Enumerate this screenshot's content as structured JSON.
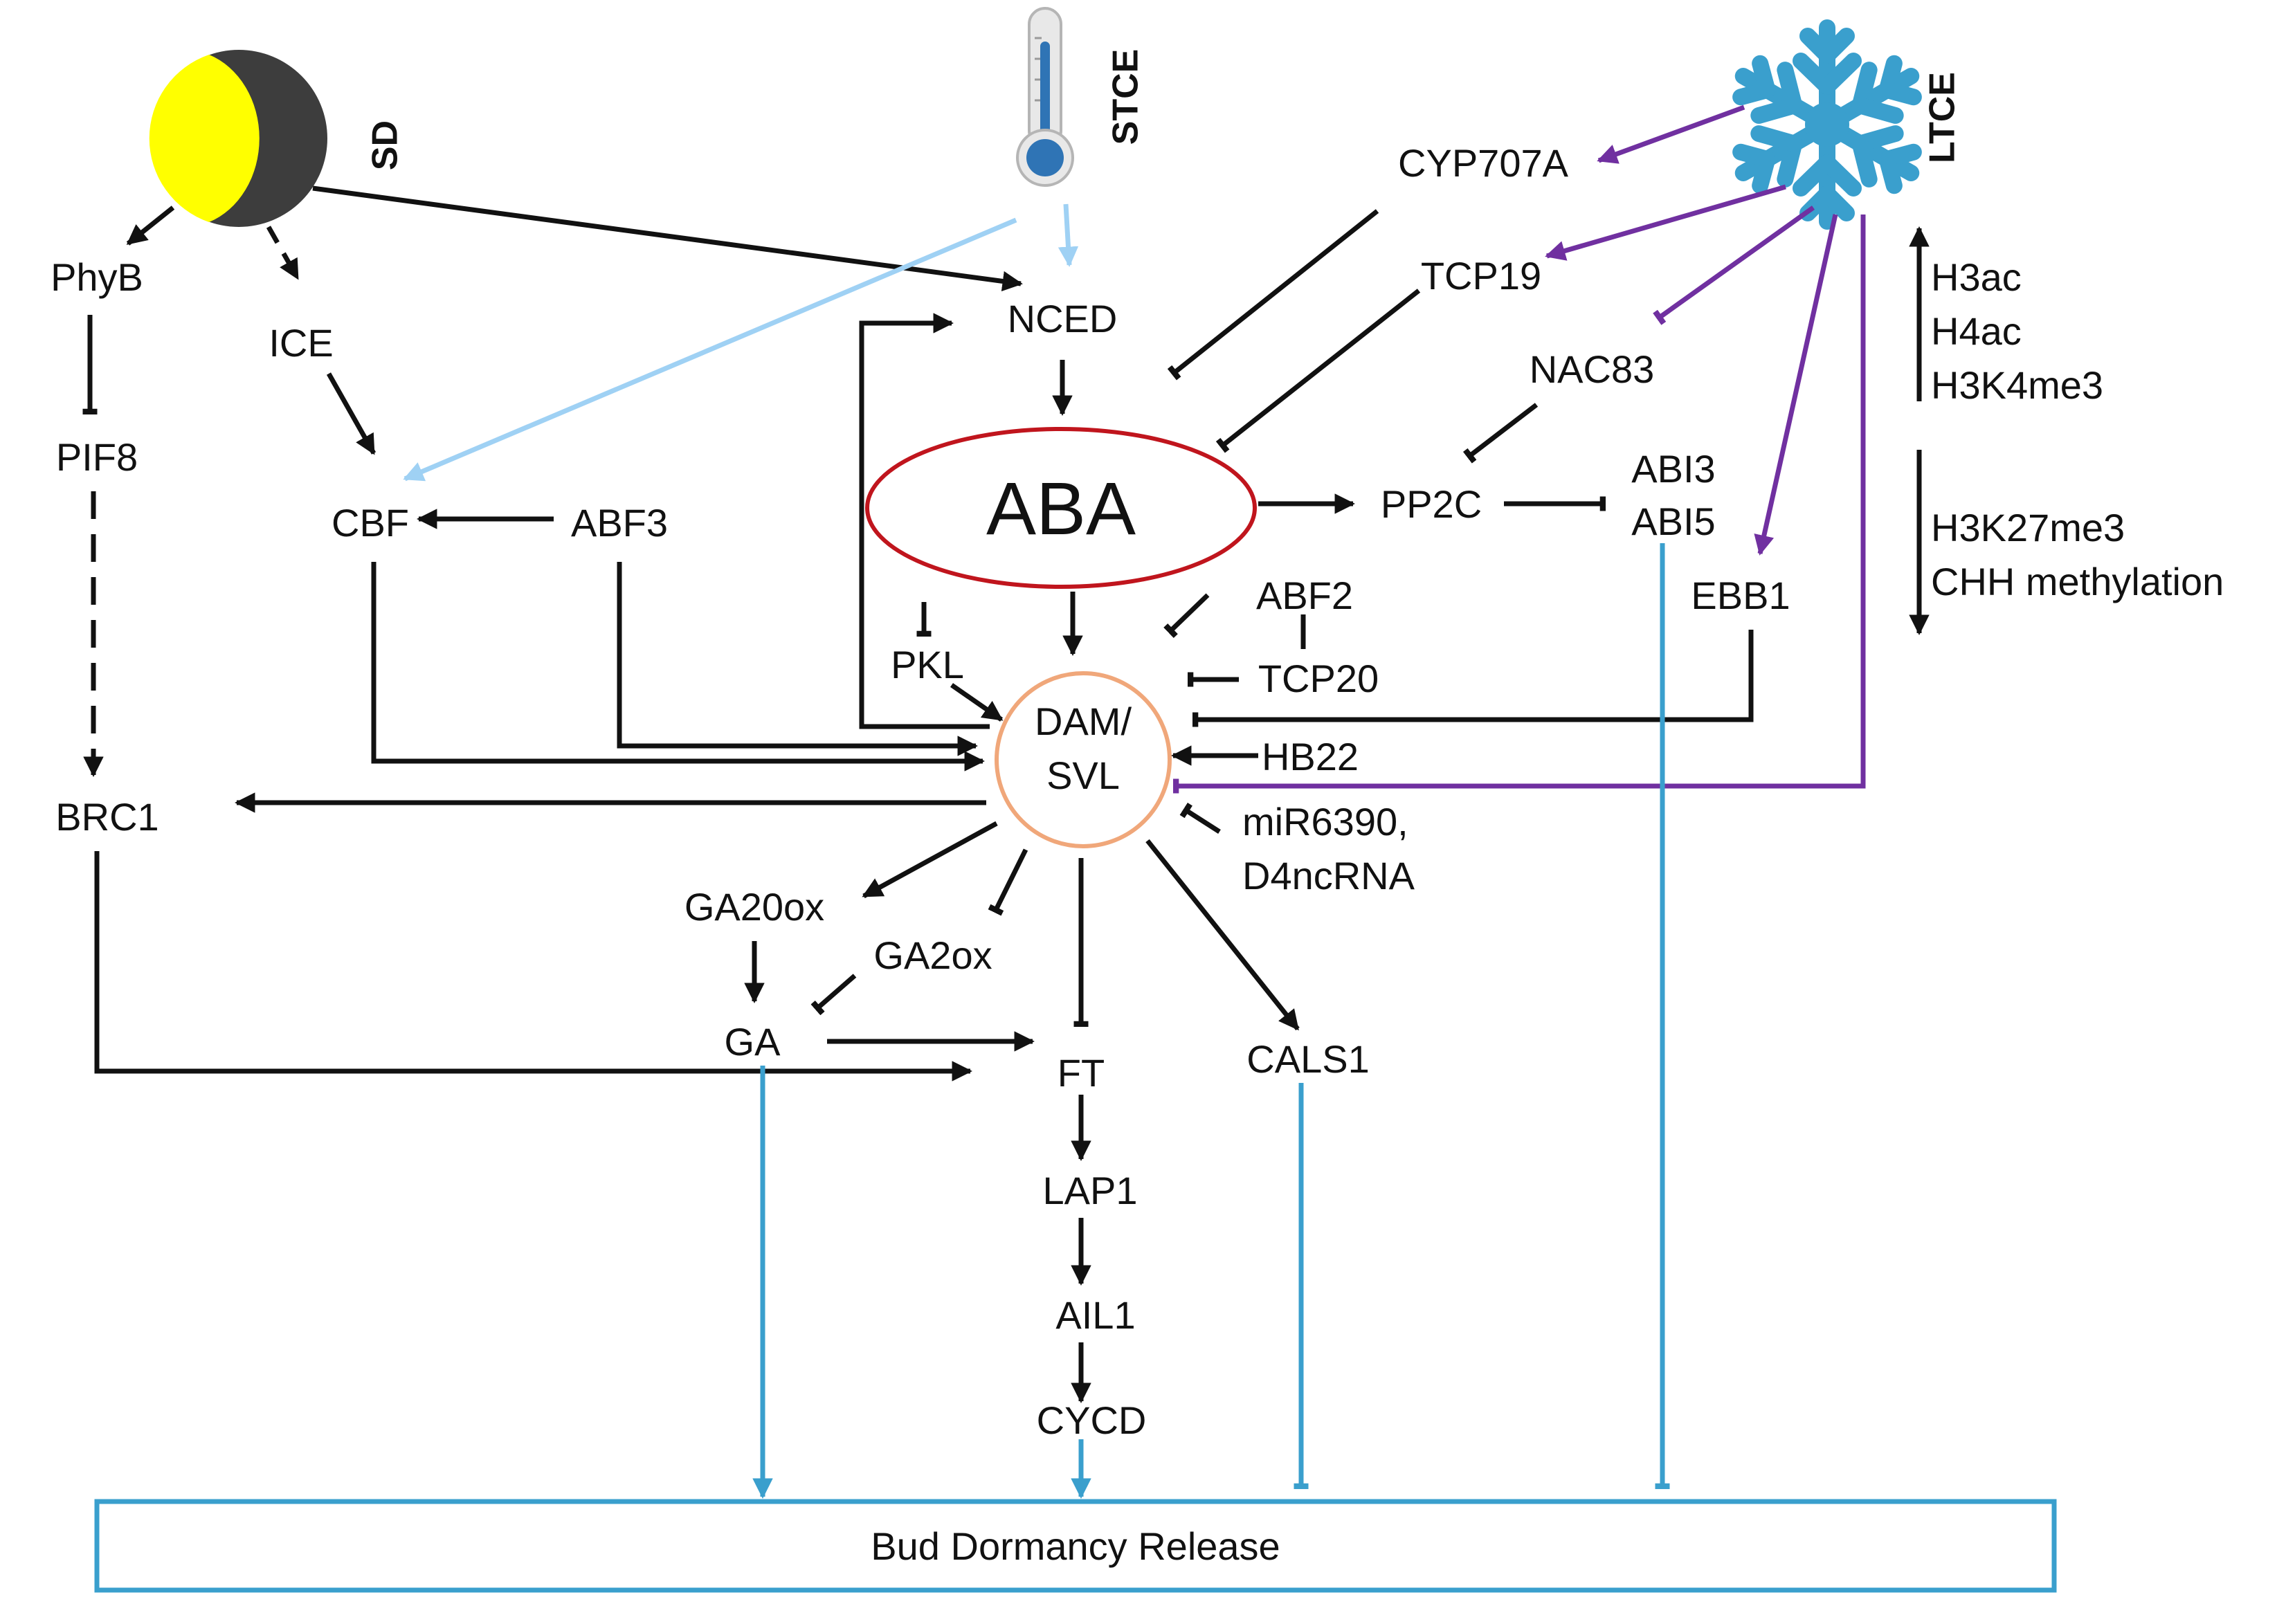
{
  "colors": {
    "black": "#111111",
    "light_blue": "#9fd1f4",
    "teal": "#3a9fcd",
    "purple": "#7030a0",
    "aba_ring": "#c0151d",
    "dam_ring": "#f0a77a",
    "moon_light": "#ffff00",
    "moon_dark": "#3d3d3d",
    "snowflake": "#3a9fcd"
  },
  "icons": {
    "sd": "moon-icon",
    "stce": "thermometer-icon",
    "ltce": "snowflake-icon"
  },
  "labels": {
    "sd": "SD",
    "stce": "STCE",
    "ltce": "LTCE",
    "phyb": "PhyB",
    "ice": "ICE",
    "pif8": "PIF8",
    "cbf": "CBF",
    "abf3": "ABF3",
    "brc1": "BRC1",
    "nced": "NCED",
    "aba": "ABA",
    "pkl": "PKL",
    "dam_line1": "DAM/",
    "dam_line2": "SVL",
    "cyp707a": "CYP707A",
    "tcp19": "TCP19",
    "nac83": "NAC83",
    "pp2c": "PP2C",
    "abi3": "ABI3",
    "abi5": "ABI5",
    "ebb1": "EBB1",
    "abf2": "ABF2",
    "tcp20": "TCP20",
    "hb22": "HB22",
    "mir_line1": "miR6390,",
    "mir_line2": "D4ncRNA",
    "ga20ox": "GA20ox",
    "ga2ox": "GA2ox",
    "ga": "GA",
    "ft": "FT",
    "cals1": "CALS1",
    "lap1": "LAP1",
    "ail1": "AIL1",
    "cycd": "CYCD",
    "bud": "Bud Dormancy Release",
    "h3ac": "H3ac",
    "h4ac": "H4ac",
    "h3k4me3": "H3K4me3",
    "h3k27me3": "H3K27me3",
    "chh": "CHH methylation"
  }
}
